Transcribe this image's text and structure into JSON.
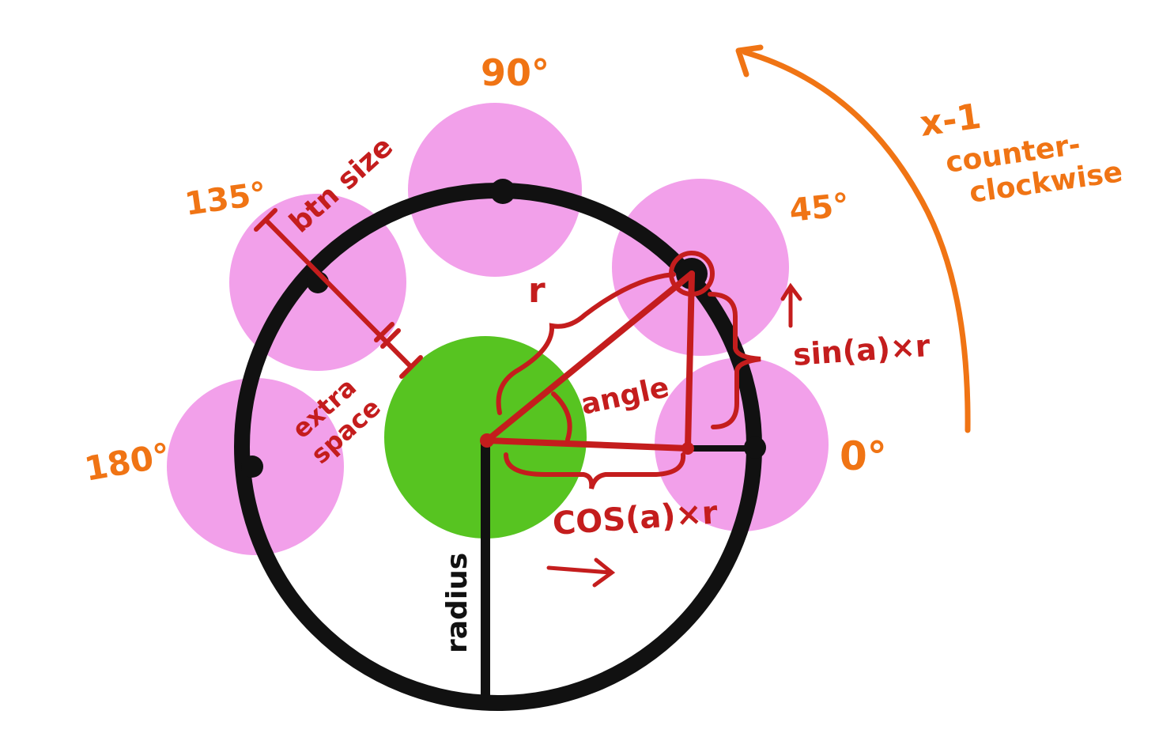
{
  "colors": {
    "button_fill": "#f2a0ea",
    "center_fill": "#57c421",
    "ring": "#111111",
    "annotation_red": "#c41d1d",
    "annotation_orange": "#f07414"
  },
  "angle_labels": {
    "deg_0": "0°",
    "deg_45": "45°",
    "deg_90": "90°",
    "deg_135": "135°",
    "deg_180": "180°"
  },
  "labels": {
    "btn_size": "btn size",
    "extra_space": [
      "extra",
      "space"
    ],
    "radius": "radius",
    "r": "r",
    "angle": "angle",
    "sin": "sin(a)×r",
    "cos": "COS(a)×r",
    "direction": [
      "x-1",
      "counter-",
      "clockwise"
    ]
  }
}
